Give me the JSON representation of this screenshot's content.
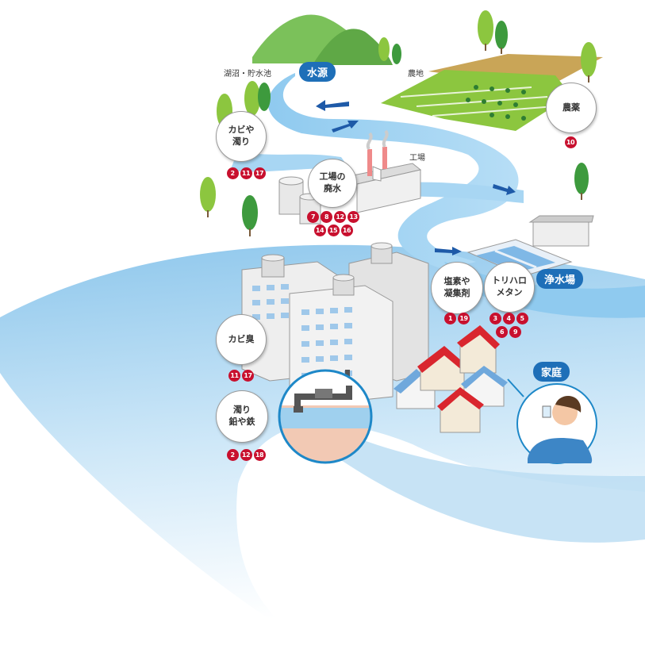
{
  "labels": {
    "source_pill": "水源",
    "purification_pill": "浄水場",
    "home_pill": "家庭",
    "lakes": "湖沼・貯水池",
    "farmland": "農地",
    "factory": "工場"
  },
  "callouts": {
    "mold_turbidity": "カビや\n濁り",
    "factory_waste": "工場の\n廃水",
    "pesticide": "農薬",
    "chlorine_coagulant": "塩素や\n凝集剤",
    "trihalomethane": "トリハロ\nメタン",
    "mold_odor": "カビ臭",
    "turbidity_lead_iron": "濁り\n鉛や鉄"
  },
  "badges": {
    "mold_turbidity": [
      "2",
      "11",
      "17"
    ],
    "factory_waste": [
      "7",
      "8",
      "12",
      "13",
      "14",
      "15",
      "16"
    ],
    "pesticide": [
      "10"
    ],
    "chlorine_coagulant": [
      "1",
      "19"
    ],
    "trihalomethane": [
      "3",
      "4",
      "5",
      "6",
      "9"
    ],
    "mold_odor": [
      "11",
      "17"
    ],
    "turbidity_lead_iron": [
      "2",
      "12",
      "18"
    ]
  },
  "colors": {
    "badge": "#c8102e",
    "pill": "#1e6fb8",
    "river": "#9fd0ee",
    "hill": "#7bc15a",
    "field": "#8cc63f"
  }
}
